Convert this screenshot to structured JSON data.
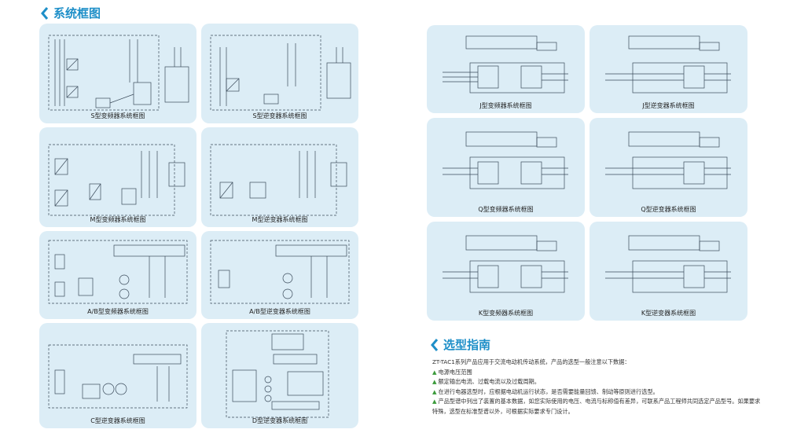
{
  "sections": {
    "diagram_title": "系统框图",
    "selection_title": "选型指南"
  },
  "colors": {
    "accent": "#1e8fc8",
    "card": "#dcedf6",
    "line": "#3a4a5a"
  },
  "left_cards": [
    "S型变频器系统框图",
    "S型逆变器系统框图",
    "M型变频器系统框图",
    "M型逆变器系统框图",
    "A/B型变频器系统框图",
    "A/B型逆变器系统框图",
    "C型逆变器系统框图",
    "D型逆变器系统框图"
  ],
  "right_cards": [
    "J型变频器系统框图",
    "J型逆变器系统框图",
    "Q型变频器系统框图",
    "Q型逆变器系统框图",
    "K型变频器系统框图",
    "K型逆变器系统框图"
  ],
  "selection": {
    "intro": "ZT-TAC1系列产品应用于交流电动机传动系统，产品的选型一般注意以下数据：",
    "items": [
      "电源电压范围",
      "额定输出电流、过载电流以及过载周期。",
      "在进行电器选型时，应根据电动机运行状态，是否需要能量回馈、制动等原则进行选型。",
      "产品型谱中列出了装置的基本数据，如您实际使用的电压、电流与标称值有差异，可联系产品工程师共同选定产品型号。如果要求特殊，选型在标准型谱以外，可根据实际要求专门设计。"
    ]
  }
}
